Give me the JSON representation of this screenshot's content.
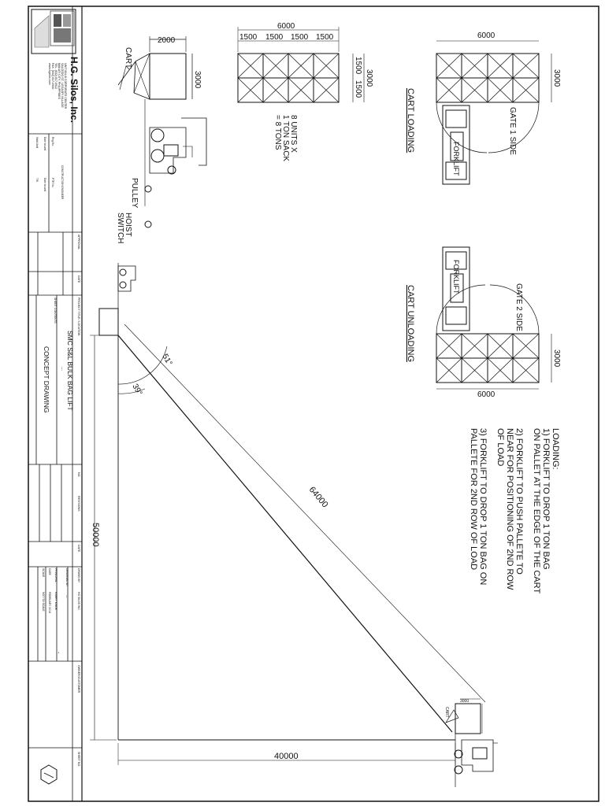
{
  "title_block": {
    "company": "H.G. Silos, Inc.",
    "address_lines": [
      "UNIT 604-B CORPORATE CENTER",
      "SALCEDO ST., LEGASPI VILLAGE",
      "MAKATI CITY, PHILIPPINES",
      "TEL. (632) 817-0922",
      "FAX. (632) 817-0920",
      "www.hgsilos.com"
    ],
    "field_left": [
      "Reg.No.",
      "Date Issued",
      "Valid Until"
    ],
    "field_right": [
      "CONSTRUCTION ENGINEER",
      "PTR No.",
      "Date Issued",
      "TIN"
    ],
    "approval_label": "APPROVAL",
    "date_label": "DATE",
    "project_label": "PROJECT TITLE / LOCATION",
    "project_title": "SMC S&L BULK BAG LIFT",
    "project_sub": "...",
    "sheet_contents_label": "SHEET CONTENTS",
    "sheet_contents": "CONCEPT DRAWING",
    "no_label": "NO.",
    "revisions_label": "REVISIONS",
    "date2_label": "DATE",
    "drawn_by_label": "DRAWN BY",
    "drawn_by": "HG SILOS INC.",
    "designed_by_label": "DESIGNED BY",
    "designed_by": "—",
    "principal_label": "PRINCIPAL",
    "principal": "HARRY KWOK",
    "date3_label": "DATE",
    "date3": "FEBRUARY 2018",
    "scale_label": "SCALE",
    "scale": "NOT TO SCALE",
    "owner_label": "OWNER/CUSTOMER",
    "owner": "-",
    "sheet_no_label": "SHEET NO."
  },
  "drawing": {
    "cart_label": "CART",
    "dim_2000": "2000",
    "dim_3000_left": "3000",
    "pulley_label": "PULLEY",
    "hoist_label": "HOIST",
    "switch_label": "SWITCH",
    "grid_top_dims": [
      "1500",
      "1500",
      "1500",
      "1500"
    ],
    "grid_total": "6000",
    "grid_side_dims": [
      "1500",
      "1500"
    ],
    "grid_side_total": "3000",
    "units_note": [
      "8 UNITS X",
      "1 TON SACK",
      "= 8 TONS"
    ],
    "cart_loading": {
      "title": "CART LOADING",
      "dim_top": "6000",
      "dim_side": "3000",
      "gate": "GATE 1 SIDE",
      "forklift": "FORKLIFT"
    },
    "cart_unloading": {
      "title": "CART UNLOADING",
      "dim_bottom": "6000",
      "dim_side": "3000",
      "gate": "GATE 2 SIDE",
      "forklift": "FORKLIFT"
    },
    "loading_notes": [
      "LOADING:",
      "1) FORKLIFT TO DROP 1 TON BAG",
      "ON PALLET AT THE EDGE OF THE CART",
      "2) FORKLIFT TO PUSH PALLETE TO",
      "NEAR FOR POSITIONING OF 2ND ROW",
      "OF LOAD",
      "3) FORKLIFT TO DROP 1 TON BAG ON",
      "PALLETE FOR 2ND ROW OF LOAD"
    ],
    "angle_51": "51°",
    "angle_39": "39°",
    "incline_length": "64000",
    "height": "50000",
    "base": "40000",
    "bottom_dim": "3000",
    "bottom_cart": "CART"
  }
}
